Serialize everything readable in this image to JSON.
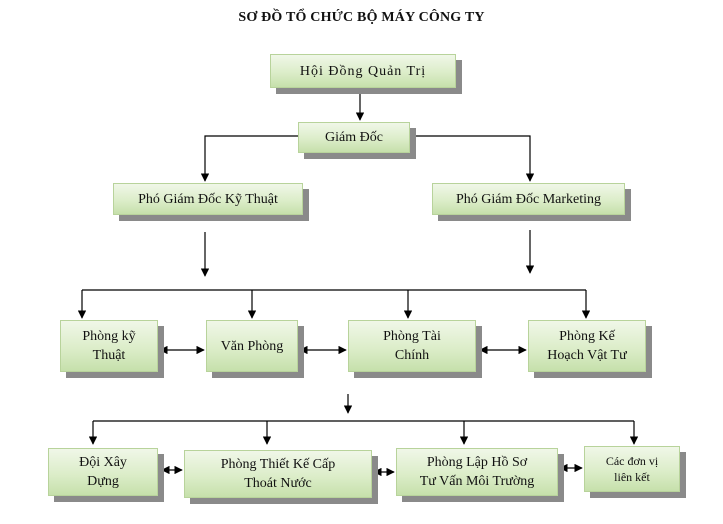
{
  "title": "SƠ ĐỒ TỔ CHỨC BỘ MÁY CÔNG TY",
  "nodes": {
    "board": "Hội Đồng Quản Trị",
    "director": "Giám Đốc",
    "deputy_technical": "Phó Giám Đốc Kỹ Thuật",
    "deputy_marketing": "Phó Giám Đốc Marketing",
    "dept_technical": "Phòng kỹ\nThuật",
    "office": "Văn Phòng",
    "dept_finance": "Phòng Tài\nChính",
    "dept_planning": "Phòng Kế\nHoạch Vật Tư",
    "construction_team": "Đội Xây\nDựng",
    "dept_water_design": "Phòng Thiết Kế Cấp\nThoát Nước",
    "dept_environment": "Phòng Lập Hồ Sơ\nTư Vấn Môi Trường",
    "affiliates": "Các đơn vị\nliên kết"
  },
  "colors": {
    "box_fill": "#dcedc9",
    "box_border": "#b8d39b",
    "shadow": "#8a8a8a",
    "line": "#000000"
  }
}
